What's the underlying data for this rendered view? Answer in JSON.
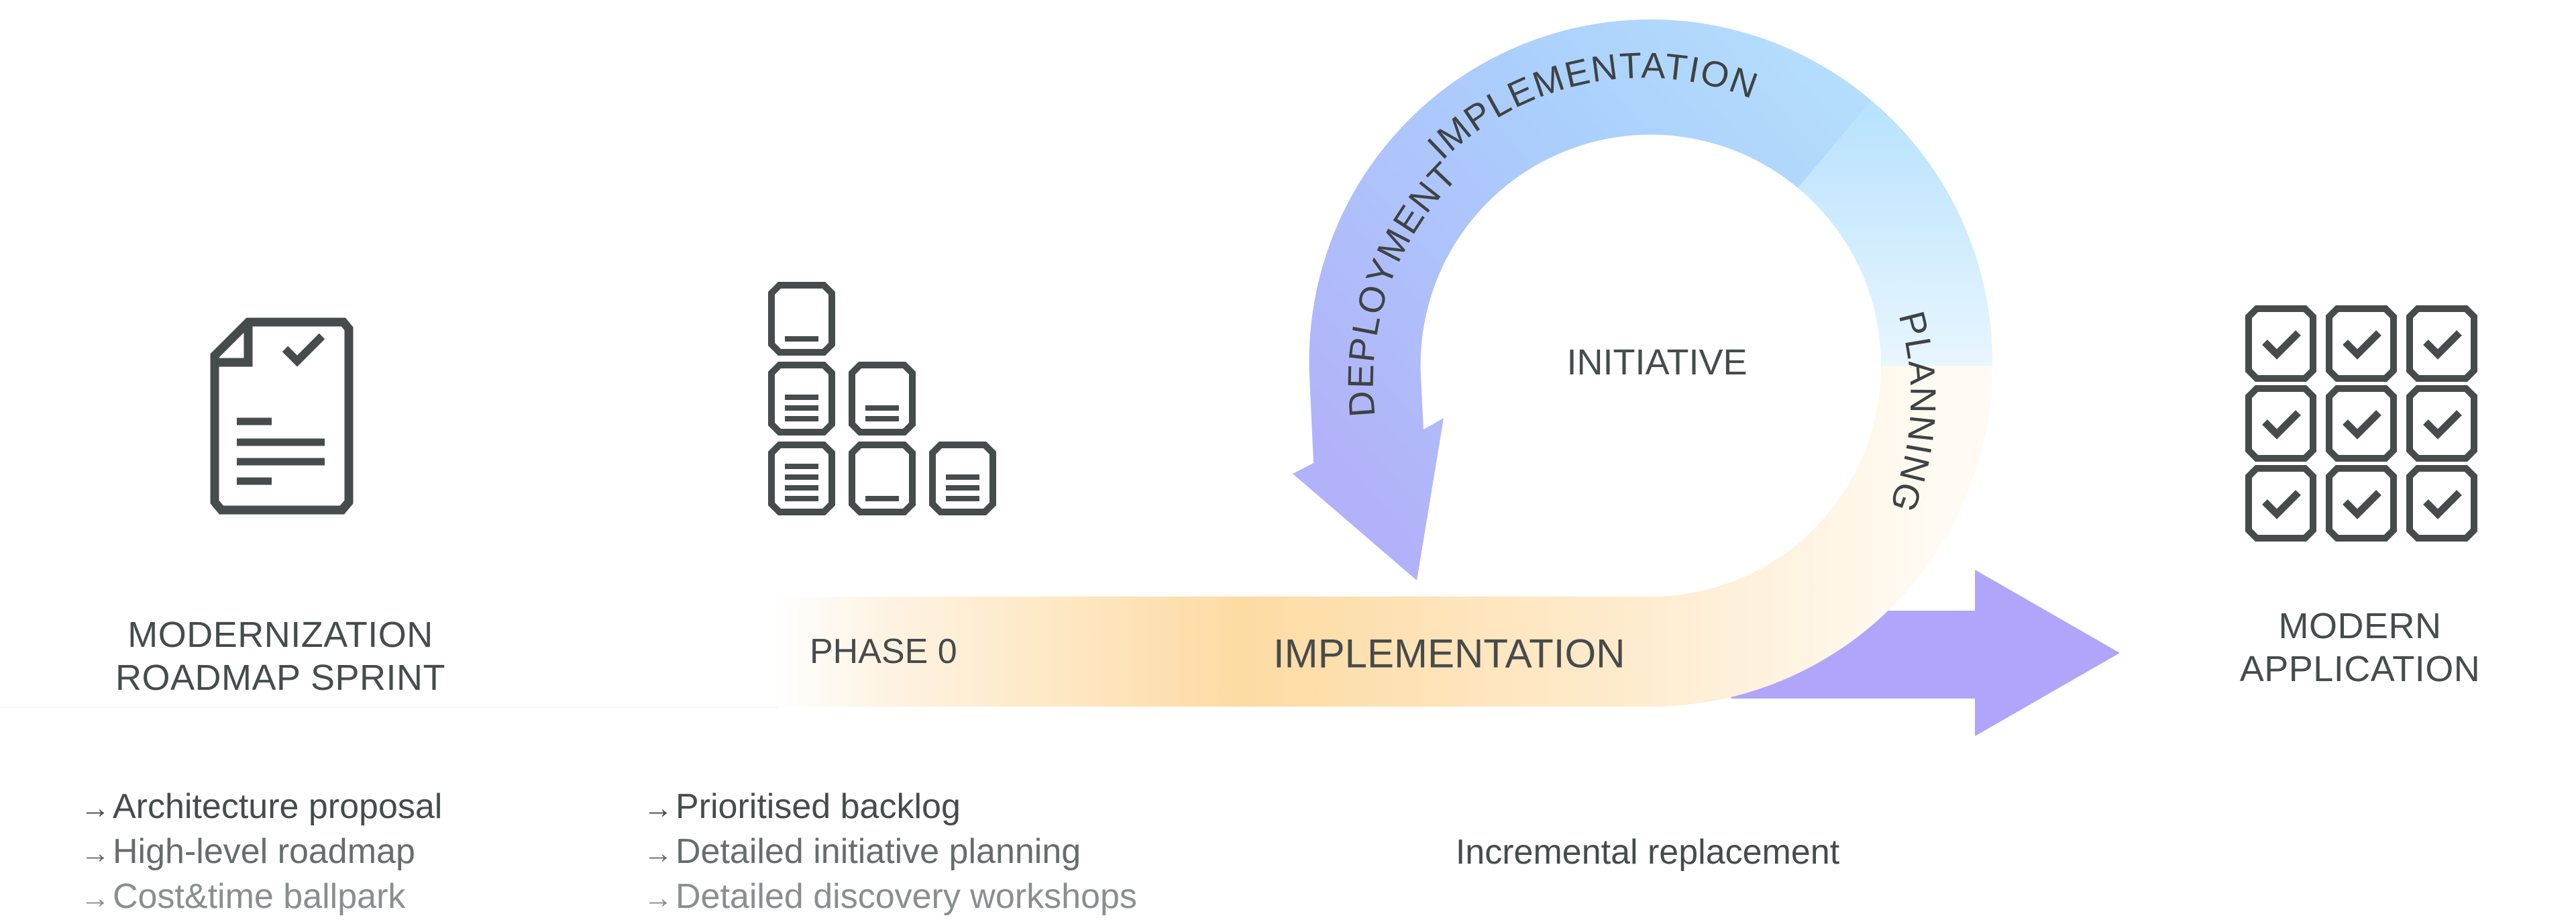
{
  "colors": {
    "ink": "#464B4B",
    "peach": "#FDDBA3",
    "ring_blue": "#B3E0FD",
    "ring_periwinkle": "#B3B4FA",
    "arrow_purple": "#B0A5FA"
  },
  "stages": [
    {
      "id": "sprint",
      "icon": "document-check-icon",
      "title_lines": [
        "MODERNIZATION",
        "ROADMAP SPRINT"
      ]
    },
    {
      "id": "phase0",
      "icon": "backlog-stack-icon",
      "band_label": "PHASE 0"
    },
    {
      "id": "implementation",
      "band_label": "IMPLEMENTATION"
    },
    {
      "id": "modern",
      "icon": "checklist-grid-icon",
      "title_lines": [
        "MODERN",
        "APPLICATION"
      ]
    }
  ],
  "loop": {
    "center_label": "INITIATIVE",
    "arc_labels": {
      "top": "IMPLEMENTATION",
      "left": "DEPLOYMENT",
      "right": "PLANNING"
    }
  },
  "deliverables": {
    "sprint": {
      "arrow_glyph": "→",
      "items": [
        "Architecture proposal",
        "High-level roadmap",
        "Cost&time ballpark"
      ]
    },
    "phase0": {
      "arrow_glyph": "→",
      "items": [
        "Prioritised backlog",
        "Detailed initiative planning",
        "Detailed discovery workshops"
      ]
    },
    "implementation": {
      "caption": "Incremental replacement"
    }
  }
}
